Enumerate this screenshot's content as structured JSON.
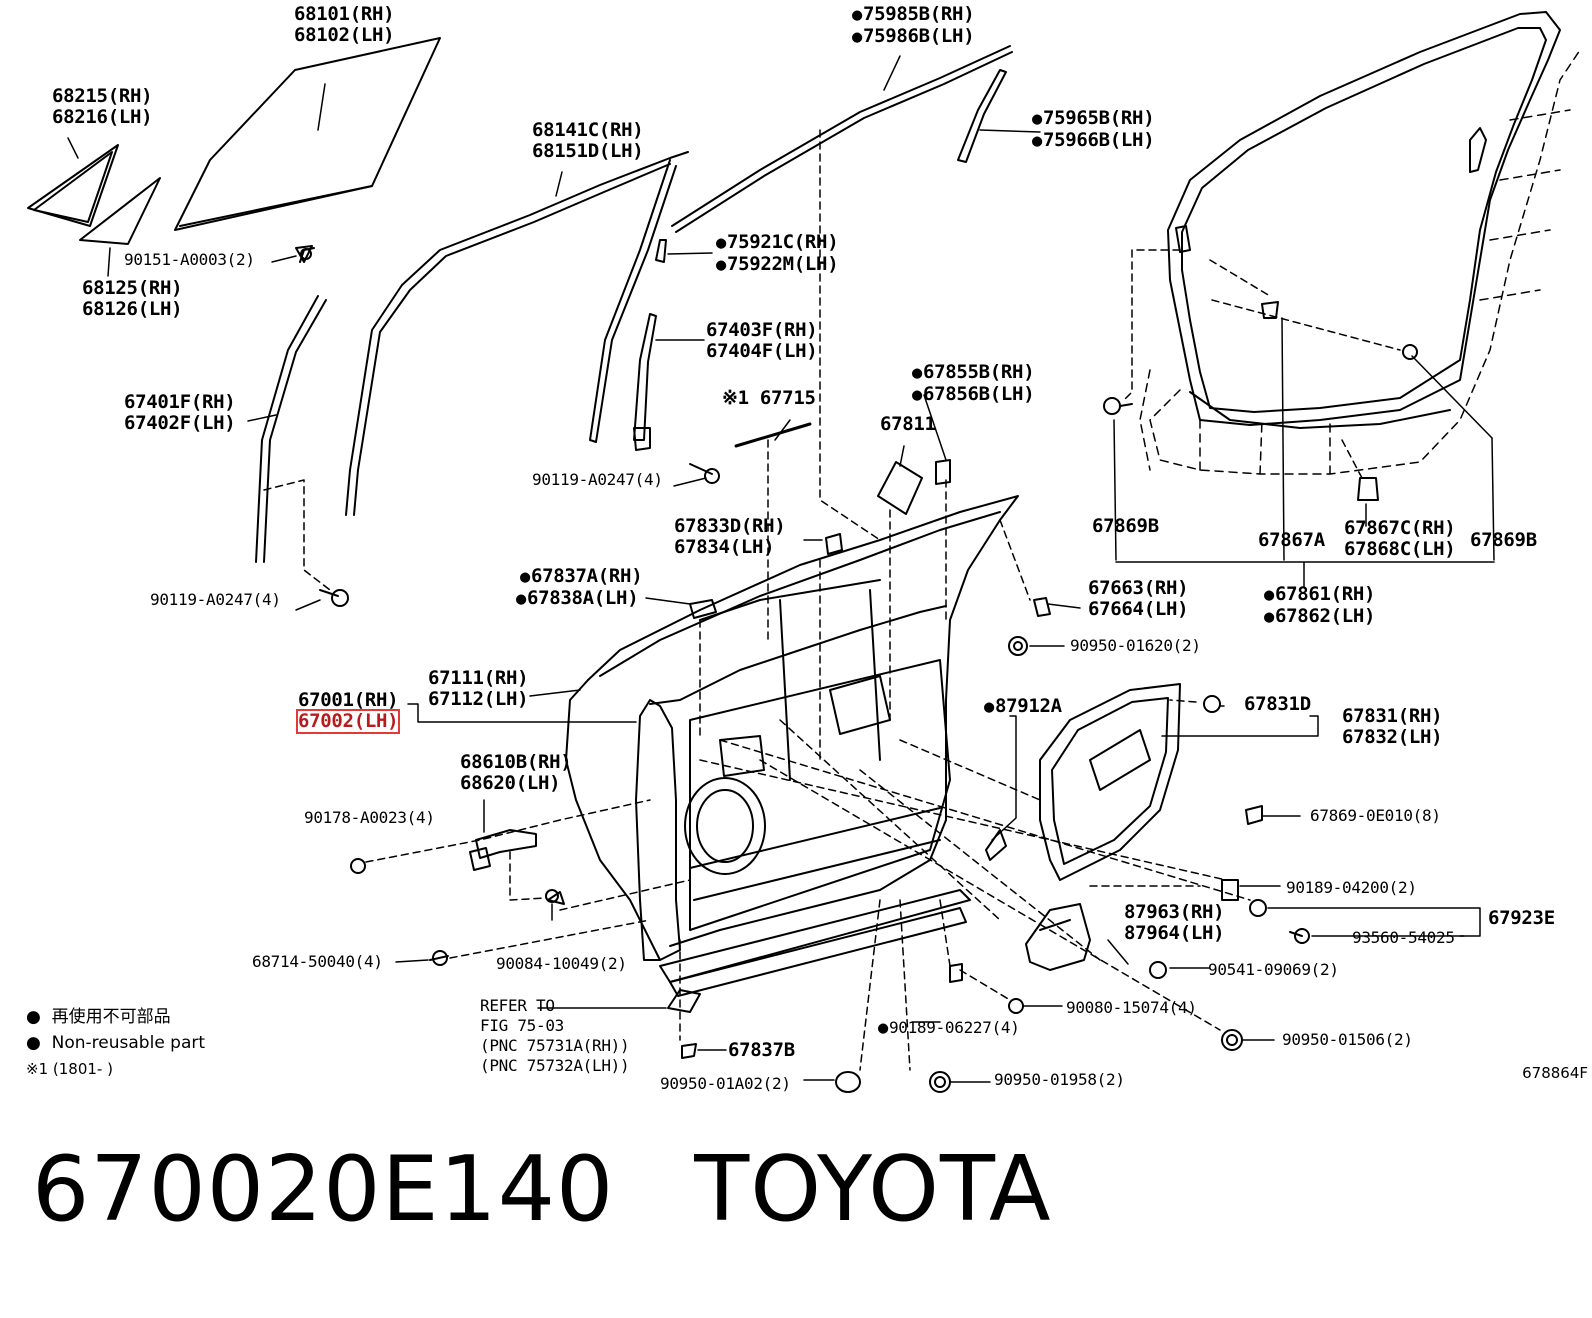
{
  "callouts": {
    "c68101": [
      "68101(RH)",
      "68102(LH)"
    ],
    "c68215": [
      "68215(RH)",
      "68216(LH)"
    ],
    "c90151": "90151-A0003(2)",
    "c68125": [
      "68125(RH)",
      "68126(LH)"
    ],
    "c67401": [
      "67401F(RH)",
      "67402F(LH)"
    ],
    "c90119a": "90119-A0247(4)",
    "c68141": [
      "68141C(RH)",
      "68151D(LH)"
    ],
    "c75985": [
      "75985B(RH)",
      "75986B(LH)"
    ],
    "c75965": [
      "75965B(RH)",
      "75966B(LH)"
    ],
    "c75921": [
      "75921C(RH)",
      "75922M(LH)"
    ],
    "c67403": [
      "67403F(RH)",
      "67404F(LH)"
    ],
    "c67715": "※1 67715",
    "c90119b": "90119-A0247(4)",
    "c67855": [
      "67855B(RH)",
      "67856B(LH)"
    ],
    "c67811": "67811",
    "c67833": [
      "67833D(RH)",
      "67834(LH)"
    ],
    "c67837a": [
      "67837A(RH)",
      "67838A(LH)"
    ],
    "c67663": [
      "67663(RH)",
      "67664(LH)"
    ],
    "c90950a": "90950-01620(2)",
    "c67111": [
      "67111(RH)",
      "67112(LH)"
    ],
    "c67001": [
      "67001(RH)",
      "67002(LH)"
    ],
    "c87912": "87912A",
    "c67831d": "67831D",
    "c67831": [
      "67831(RH)",
      "67832(LH)"
    ],
    "c68610": [
      "68610B(RH)",
      "68620(LH)"
    ],
    "c90178": "90178-A0023(4)",
    "c67869e": "67869-0E010(8)",
    "c90189a": "90189-04200(2)",
    "c67923": "67923E",
    "c93560": "93560-54025",
    "c87963": [
      "87963(RH)",
      "87964(LH)"
    ],
    "c90541": "90541-09069(2)",
    "c68714": "68714-50040(4)",
    "c90084": "90084-10049(2)",
    "c90080": "90080-15074(4)",
    "c90189b": "90189-06227(4)",
    "c90950b": "90950-01506(2)",
    "c67837b": "67837B",
    "c90950c": "90950-01A02(2)",
    "c90950d": "90950-01958(2)",
    "c67869b1": "67869B",
    "c67867a": "67867A",
    "c67867c": [
      "67867C(RH)",
      "67868C(LH)"
    ],
    "c67869b2": "67869B",
    "c67861": [
      "67861(RH)",
      "67862(LH)"
    ],
    "refer": [
      "REFER TO",
      "FIG 75-03",
      "(PNC 75731A(RH))",
      "(PNC 75732A(LH))"
    ]
  },
  "legend": {
    "line1": "再使用不可部品",
    "line2": "Non-reusable part",
    "line3": "※1 (1801-      )"
  },
  "figure_number": "678864F",
  "caption": {
    "part_number": "670020E140",
    "brand": "TOYOTA"
  },
  "highlighted_callout": "67002(LH)"
}
